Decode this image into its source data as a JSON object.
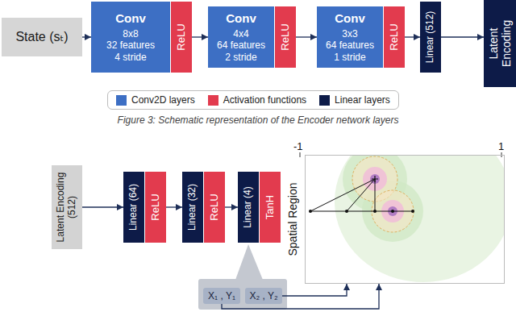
{
  "diagram": {
    "caption": "Figure 3: Schematic representation of the Encoder network layers",
    "nodes": [
      {
        "text": [
          "State (sₜ)"
        ]
      },
      {
        "text": [
          "Conv",
          "8x8",
          "32 features",
          "4 stride"
        ]
      },
      {
        "text": [
          "ReLU"
        ]
      },
      {
        "text": [
          "Conv",
          "4x4",
          "64 features",
          "2 stride"
        ]
      },
      {
        "text": [
          "ReLU"
        ]
      },
      {
        "text": [
          "Conv",
          "3x3",
          "64 features",
          "1 stride"
        ]
      },
      {
        "text": [
          "ReLU"
        ]
      },
      {
        "text": [
          "Linear (512)"
        ]
      },
      {
        "text": [
          "Latent Encoding"
        ]
      },
      {
        "text": [
          "Latent Encoding (512)"
        ]
      },
      {
        "text": [
          "Linear (64)"
        ]
      },
      {
        "text": [
          "ReLU"
        ]
      },
      {
        "text": [
          "Linear (32)"
        ]
      },
      {
        "text": [
          "ReLU"
        ]
      },
      {
        "text": [
          "Linear (4)"
        ]
      },
      {
        "text": [
          "TanH"
        ]
      },
      {
        "text": [
          "X₁ , Y₁"
        ]
      },
      {
        "text": [
          "X₂ , Y₂"
        ]
      },
      {
        "text": [
          "Spatial Region"
        ]
      }
    ],
    "edges": [
      {
        "from": 0,
        "to": 1,
        "arrow": "to"
      },
      {
        "from": 2,
        "to": 3,
        "arrow": "to"
      },
      {
        "from": 4,
        "to": 5,
        "arrow": "to"
      },
      {
        "from": 6,
        "to": 7,
        "arrow": "to"
      },
      {
        "from": 7,
        "to": 8,
        "arrow": "to"
      },
      {
        "from": 9,
        "to": 10,
        "arrow": "to"
      },
      {
        "from": 11,
        "to": 12,
        "arrow": "to"
      },
      {
        "from": 13,
        "to": 14,
        "arrow": "to"
      },
      {
        "from": 16,
        "to": 18,
        "arrow": "to"
      },
      {
        "from": 17,
        "to": 18,
        "arrow": "to"
      }
    ],
    "labels": [
      "-1",
      "1"
    ],
    "legend": [
      {
        "text": "Conv2D layers",
        "color": "#3d6fc4"
      },
      {
        "text": "Activation functions",
        "color": "#e23b4e"
      },
      {
        "text": "Linear layers",
        "color": "#0d1b48"
      }
    ]
  }
}
